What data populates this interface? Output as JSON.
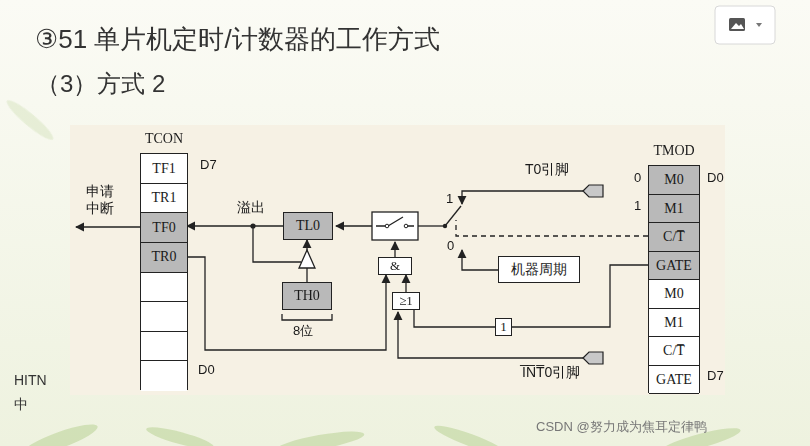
{
  "diagram": {
    "title": "③51 单片机定时/计数器的工作方式",
    "nodes": [
      {
        "text": [
          "TCON"
        ]
      },
      {
        "text": [
          "TF1"
        ],
        "in": 0
      },
      {
        "text": [
          "TR1"
        ],
        "in": 0
      },
      {
        "text": [
          "TF0"
        ],
        "in": 0
      },
      {
        "text": [
          "TR0"
        ],
        "in": 0
      },
      {
        "text": [
          "TMOD"
        ]
      },
      {
        "text": [
          "M0"
        ],
        "in": 5
      },
      {
        "text": [
          "M1"
        ],
        "in": 5
      },
      {
        "text": [
          "C/T̅"
        ],
        "in": 5
      },
      {
        "text": [
          "GATE"
        ],
        "in": 5
      },
      {
        "text": [
          "M0"
        ],
        "in": 5
      },
      {
        "text": [
          "M1"
        ],
        "in": 5
      },
      {
        "text": [
          "C/T̅"
        ],
        "in": 5
      },
      {
        "text": [
          "GATE"
        ],
        "in": 5
      },
      {
        "text": [
          "TL0"
        ]
      },
      {
        "text": [
          "TH0"
        ]
      },
      {
        "text": [
          "&"
        ]
      },
      {
        "text": [
          "≥1"
        ]
      },
      {
        "text": [
          "1"
        ]
      },
      {
        "text": [
          "机器周期"
        ]
      }
    ],
    "edges": [
      {
        "from": 14,
        "to": 3,
        "arrow": "to"
      },
      {
        "from": 15,
        "to": 14,
        "arrow": "to"
      },
      {
        "from": 4,
        "to": 16,
        "arrow": "to"
      },
      {
        "from": 17,
        "to": 16,
        "arrow": "to"
      },
      {
        "from": 18,
        "to": 17,
        "arrow": "none"
      },
      {
        "from": 9,
        "to": 18,
        "arrow": "none"
      }
    ],
    "labels": [
      "（3）方式 2",
      "申请中断",
      "D7",
      "D0",
      "溢出",
      "8位",
      "T0引脚",
      "1",
      "0",
      "I̅N̅T̅0引脚",
      "0",
      "1",
      "D0",
      "D7",
      "HITN",
      "中",
      "CSDN @努力成为焦耳定律鸭"
    ]
  }
}
